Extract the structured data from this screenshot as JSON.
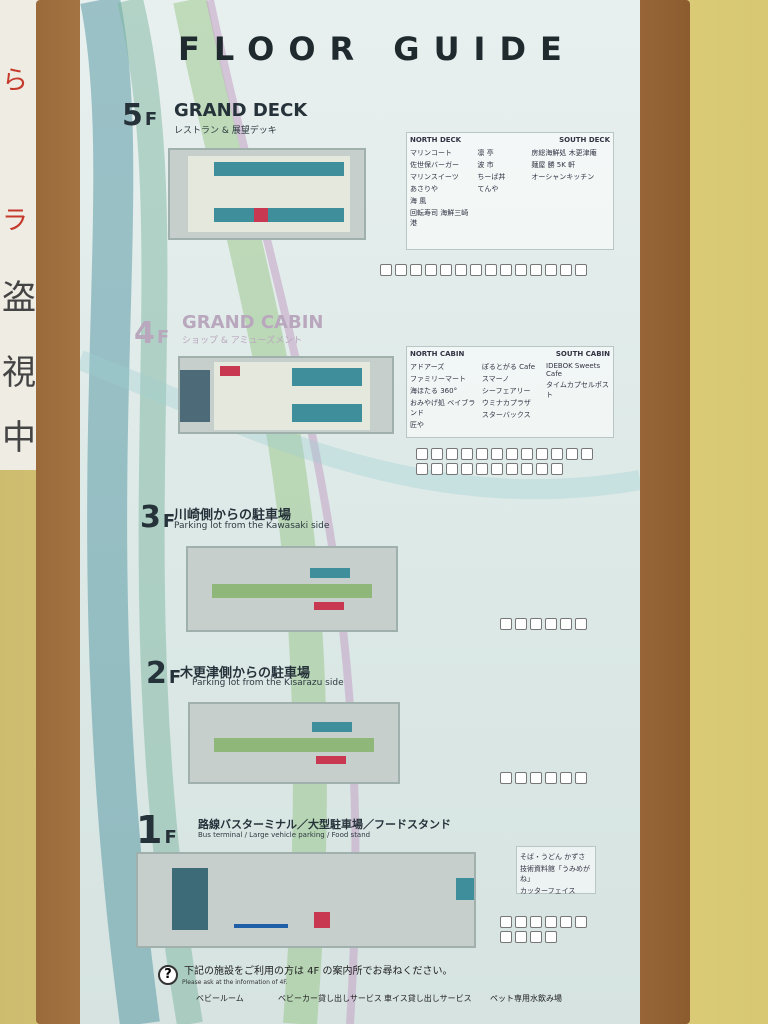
{
  "title": "FLOOR GUIDE",
  "floors": [
    {
      "num": "5",
      "suffix": "F",
      "name": "GRAND DECK",
      "sub": "レストラン & 展望デッキ"
    },
    {
      "num": "4",
      "suffix": "F",
      "name": "GRAND CABIN",
      "sub": "ショップ & アミューズメント"
    },
    {
      "num": "3",
      "suffix": "F",
      "name": "川崎側からの駐車場",
      "sub": "Parking lot from the Kawasaki side"
    },
    {
      "num": "2",
      "suffix": "F",
      "name": "木更津側からの駐車場",
      "sub": "Parking lot from the Kisarazu side"
    },
    {
      "num": "1",
      "suffix": "F",
      "name": "路線バスターミナル／大型駐車場／フードスタンド",
      "sub": "Bus terminal / Large vehicle parking / Food stand"
    }
  ],
  "deck5": {
    "north_head": "NORTH DECK",
    "south_head": "SOUTH DECK",
    "north": [
      "マリンコート",
      "佐世保バーガー",
      "マリンスイーツ",
      "あさりや",
      "海 風",
      "回転寿司 海鮮三崎港"
    ],
    "north2": [
      "凛 亭",
      "波 市",
      "ちーば丼",
      "てんや"
    ],
    "south": [
      "房総海鮮処 木更津庵",
      "麺屋 勝 5K 軒",
      "オーシャンキッチン"
    ]
  },
  "cabin4": {
    "north_head": "NORTH CABIN",
    "south_head": "SOUTH CABIN",
    "north": [
      "アドアーズ",
      "ファミリーマート",
      "海ほたる 360°",
      "おみやげ処 ベイブランド",
      "匠や"
    ],
    "south": [
      "ぽるとがる Cafe",
      "スマーノ",
      "シーフェアリー",
      "ウミナカプラザ",
      "スターバックス"
    ],
    "extra": [
      "IDEBOK Sweets Cafe",
      "タイムカプセルポスト"
    ]
  },
  "floor1_list": [
    "そば・うどん かずさ",
    "技術資料館「うみめがね」",
    "カッターフェイス"
  ],
  "help": {
    "text": "下記の施設をご利用の方は 4F の案内所でお尋ねください。",
    "sub": "Please ask at the information of 4F.",
    "services": [
      "ベビールーム",
      "ベビーカー貸し出しサービス",
      "車イス貸し出しサービス",
      "ペット専用水飲み場"
    ]
  }
}
